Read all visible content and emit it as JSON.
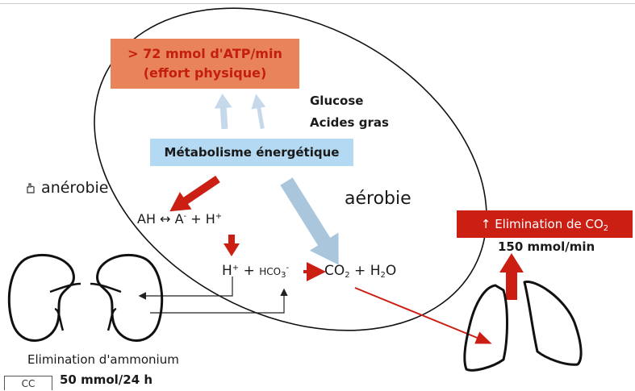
{
  "atp_box": {
    "line1": "> 72 mmol d'ATP/min",
    "line2": "(effort physique)"
  },
  "substrates": {
    "glucose": "Glucose",
    "lipids": "Acides gras"
  },
  "metabolism_box": "Métabolisme énergétique",
  "anaerobic": {
    "icon": "hand-icon",
    "label": "anérobie"
  },
  "aerobic_label": "aérobie",
  "equation_dissociation": {
    "ah": "AH",
    "arrow": "↔",
    "a": "A",
    "a_sup": "-",
    "plus": "+",
    "h": "H",
    "h_sup": "+"
  },
  "equation_buffer": {
    "h": "H",
    "h_sup": "+",
    "plus1": "+",
    "hco": "HCO",
    "hco_sub": "3",
    "hco_sup": "-",
    "co": "CO",
    "co_sub": "2",
    "plus2": "+",
    "h2o_h": "H",
    "h2o_sub": "2",
    "h2o_o": "O"
  },
  "co2_box": {
    "arrow": "↑",
    "label": "Elimination de CO",
    "sub": "2"
  },
  "co2_rate": "150 mmol/min",
  "ammonium": {
    "label": "Elimination d'ammonium",
    "rate": "50 mmol/24 h"
  },
  "badge": "CC",
  "colors": {
    "red": "#cc1f14",
    "orange": "#e8835a",
    "light_blue": "#b3daf2",
    "arrow_blue": "#a9c6dc",
    "pale_blue": "#c5d9ea"
  }
}
